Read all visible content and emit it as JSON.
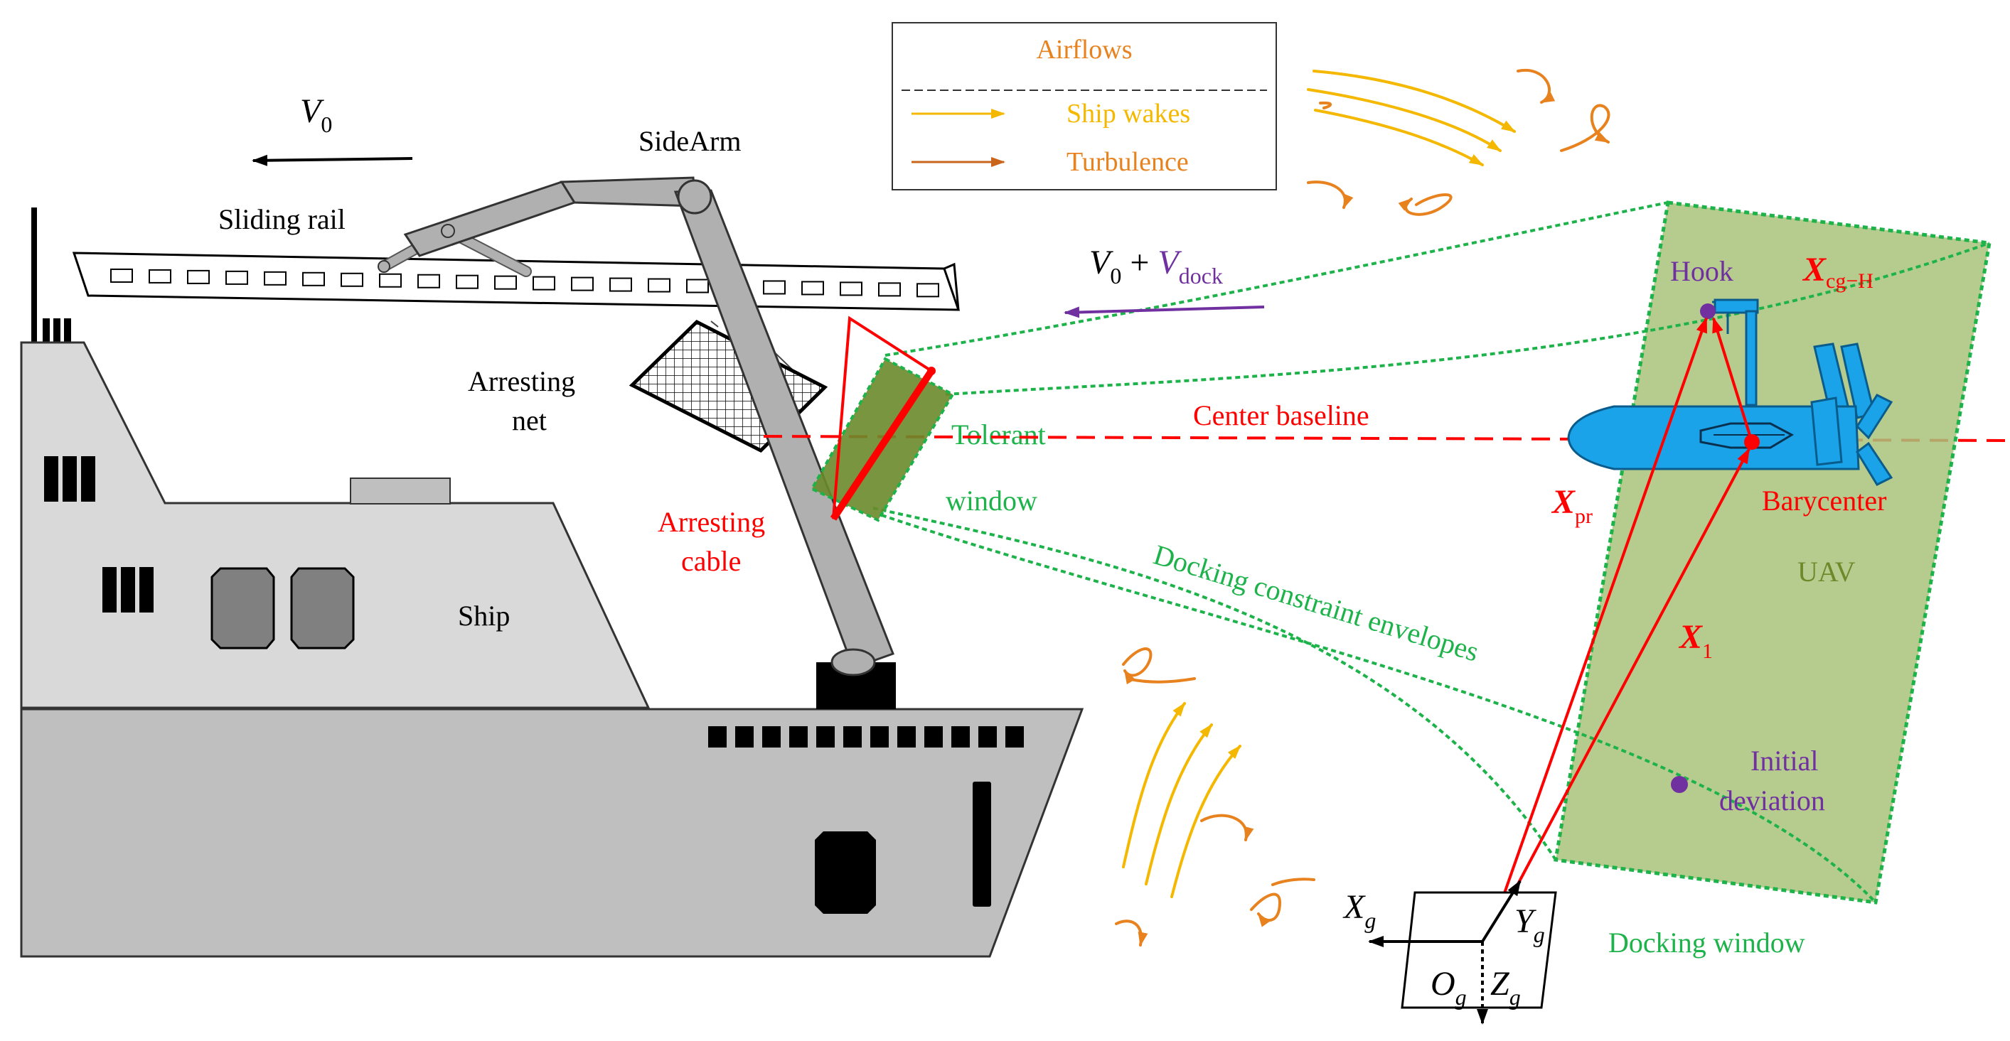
{
  "legend": {
    "airflows": "Airflows",
    "ship_wakes": "Ship wakes",
    "turbulence": "Turbulence"
  },
  "labels": {
    "v0_sym": "V",
    "v0_sub": "0",
    "sidearm": "SideArm",
    "sliding_rail": "Sliding rail",
    "arresting_net_1": "Arresting",
    "arresting_net_2": "net",
    "arresting_cable_1": "Arresting",
    "arresting_cable_2": "cable",
    "tolerant_window_1": "Tolerant",
    "tolerant_window_2": "window",
    "ship": "Ship",
    "vdock_v": "V",
    "vdock_sub0": "0",
    "vdock_plus": " + ",
    "vdock_v2": "V",
    "vdock_sub": "dock",
    "center_baseline": "Center baseline",
    "docking_constraint": "Docking constraint envelopes",
    "hook": "Hook",
    "xcgh_sym": "X",
    "xcgh_sub": "cg−H",
    "xpr_sym": "X",
    "xpr_sub": "pr",
    "barycenter": "Barycenter",
    "uav": "UAV",
    "x1_sym": "X",
    "x1_sub": "1",
    "initial_dev_1": "Initial",
    "initial_dev_2": "deviation",
    "docking_window": "Docking window",
    "xg_sym": "X",
    "xg_sub": "g",
    "yg_sym": "Y",
    "yg_sub": "g",
    "zg_sym": "Z",
    "zg_sub": "g",
    "og_sym": "O",
    "og_sub": "g"
  },
  "colors": {
    "orange": "#E8821E",
    "yellow": "#F5B800",
    "red": "#FF0000",
    "green": "#1DB34A",
    "purple": "#7030A0",
    "uav_blue": "#1AA3E8",
    "olive": "#8BA04B"
  }
}
